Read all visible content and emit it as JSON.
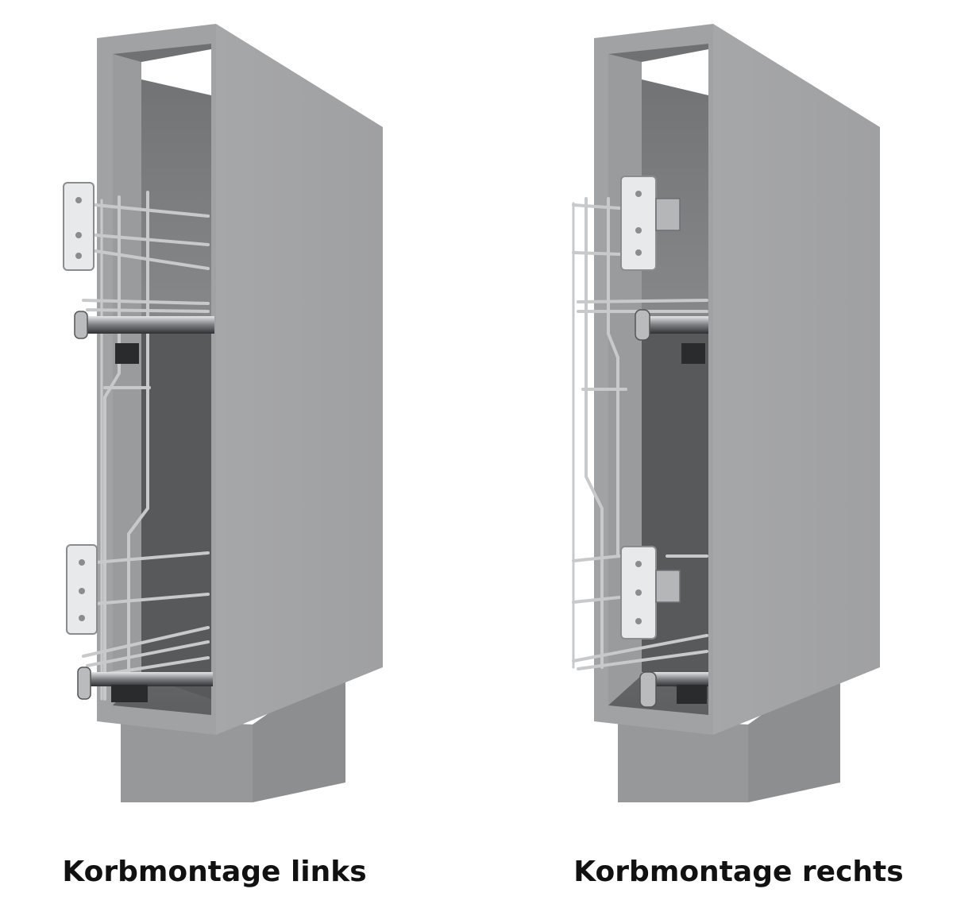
{
  "captions": {
    "left": "Korbmontage links",
    "right": "Korbmontage rechts"
  },
  "colors": {
    "background": "#ffffff",
    "cabinet_side": "#a3a4a6",
    "cabinet_front_edge": "#9c9d9f",
    "cabinet_interior": "#8a8b8d",
    "cabinet_interior_dark": "#55575a",
    "plinth": "#979899",
    "chrome": "#c9cbcd",
    "chrome_dark": "#6d7073",
    "caption_text": "#111111"
  },
  "illustrations": [
    {
      "name": "cabinet-left",
      "basket_side": "left"
    },
    {
      "name": "cabinet-right",
      "basket_side": "right"
    }
  ]
}
